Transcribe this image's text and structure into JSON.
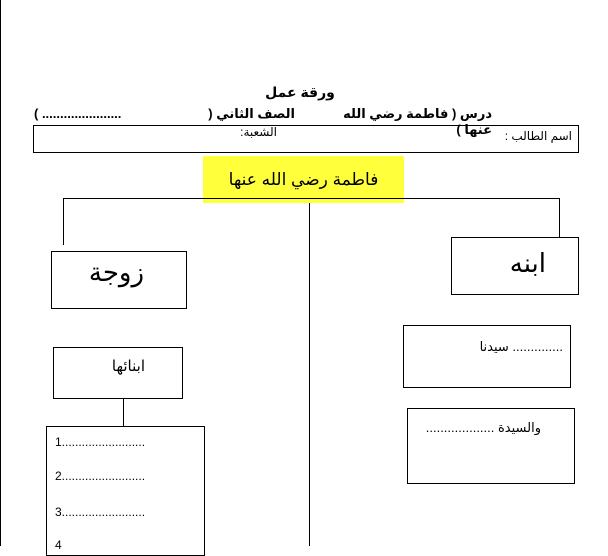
{
  "header": {
    "title": "ورقة عمل",
    "lesson": "درس ( فاطمة رضي الله عنها )",
    "grade": "الصف الثاني (",
    "grade_fill": "( ......................",
    "student_name": "اسم الطالب :",
    "section": "الشعبة:"
  },
  "diagram": {
    "center_title": "فاطمة رضي الله عنها",
    "right_heading": "ابنه",
    "left_heading": "زوجة",
    "father_slot": ".............. سيدنا",
    "mother_slot": "والسيدة ...................",
    "children_heading": "ابنائها",
    "children_list": [
      "1.........................",
      "2.........................",
      "3.........................",
      "4"
    ]
  }
}
